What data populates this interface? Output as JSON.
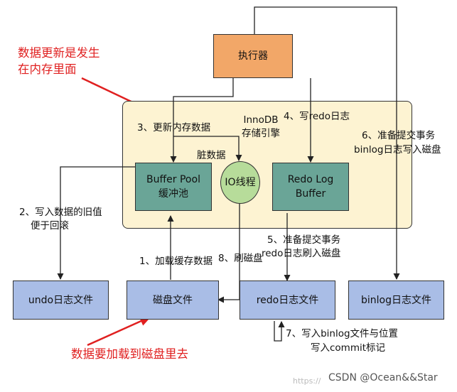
{
  "nodes": {
    "executor": "执行器",
    "innodb": "InnoDB\n存储引擎",
    "buffer_pool": "Buffer Pool\n缓冲池",
    "io_thread": "IO线程",
    "redo_log_buffer": "Redo Log\nBuffer",
    "undo_file": "undo日志文件",
    "disk_file": "磁盘文件",
    "redo_file": "redo日志文件",
    "binlog_file": "binlog日志文件"
  },
  "steps": {
    "s1": "1、加载缓存数据",
    "s2_line1": "2、写入数据的旧值",
    "s2_line2": "便于回滚",
    "s3": "3、更新内存数据",
    "s4": "4、写redo日志",
    "s5_line1": "5、准备提交事务",
    "s5_line2": "redo日志刷入磁盘",
    "s6_line1": "6、准备提交事务",
    "s6_line2": "binlog日志写入磁盘",
    "s7_line1": "7、写入binlog文件与位置",
    "s7_line2": "写入commit标记",
    "s8": "8、刷磁盘",
    "dirty": "脏数据"
  },
  "notes": {
    "top_line1": "数据更新是发生",
    "top_line2": "在内存里面",
    "bottom": "数据要加载到磁盘里去"
  },
  "watermark": "CSDN @Ocean&&Star",
  "faint_url": "https://",
  "colors": {
    "executor": "#f2a768",
    "engine_bg": "#fdf3d2",
    "module": "#6aa597",
    "io_thread": "#b7dc9a",
    "file": "#a9bde6",
    "arrow_red": "#e02020"
  }
}
